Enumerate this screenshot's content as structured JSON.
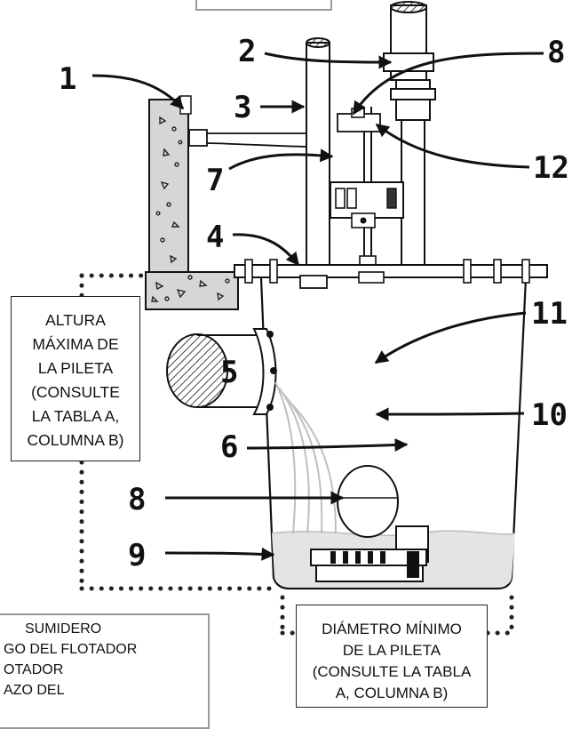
{
  "callouts": [
    {
      "id": "c1",
      "label": "1"
    },
    {
      "id": "c2",
      "label": "2"
    },
    {
      "id": "c3",
      "label": "3"
    },
    {
      "id": "c4",
      "label": "4"
    },
    {
      "id": "c5",
      "label": "5"
    },
    {
      "id": "c6",
      "label": "6"
    },
    {
      "id": "c7",
      "label": "7"
    },
    {
      "id": "c8a",
      "label": "8"
    },
    {
      "id": "c8b",
      "label": "8"
    },
    {
      "id": "c9",
      "label": "9"
    },
    {
      "id": "c10",
      "label": "10"
    },
    {
      "id": "c11",
      "label": "11"
    },
    {
      "id": "c12",
      "label": "12"
    }
  ],
  "boxes": {
    "altura": {
      "lines": [
        "ALTURA",
        "MÁXIMA DE",
        "LA PILETA",
        "(CONSULTE",
        "LA TABLA A,",
        "COLUMNA B)"
      ]
    },
    "diametro": {
      "lines": [
        "DIÁMETRO MÍNIMO",
        "DE LA PILETA",
        "(CONSULTE LA TABLA",
        "A, COLUMNA B)"
      ]
    }
  },
  "legend": {
    "lines": [
      "SUMIDERO",
      "GO DEL FLOTADOR",
      "OTADOR",
      "AZO DEL"
    ]
  },
  "colors": {
    "ink": "#111111",
    "water": "#e4e4e4",
    "concrete": "#d6d6d6"
  }
}
